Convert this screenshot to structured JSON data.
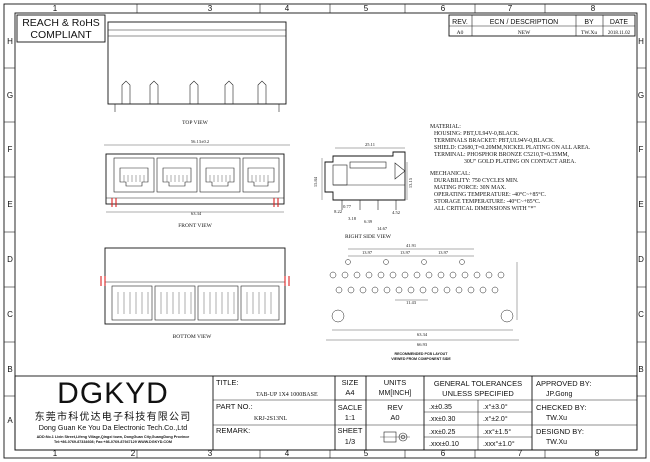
{
  "border": {
    "columns": [
      "1",
      "2",
      "3",
      "4",
      "5",
      "6",
      "7",
      "8"
    ],
    "rows": [
      "H",
      "G",
      "F",
      "E",
      "D",
      "C",
      "B",
      "A"
    ]
  },
  "compliance": {
    "line1": "REACH & RoHS",
    "line2": "COMPLIANT"
  },
  "revision": {
    "headers": [
      "REV.",
      "ECN / DESCRIPTION",
      "BY",
      "DATE"
    ],
    "row": [
      "A0",
      "NEW",
      "TW.Xu",
      "2018.11.02"
    ]
  },
  "views": {
    "top": "TOP VIEW",
    "front": "FRONT VIEW",
    "right_side": "RIGHT SIDE VIEW",
    "bottom": "BOTTOM VIEW",
    "pcb_layout_1": "RECOMMENDED PCB LAYOUT",
    "pcb_layout_2": "VIEWED FROM COMPONENT SIDE"
  },
  "dimensions": {
    "front_top": "56.13±0.2",
    "front_bottom": "63.34",
    "side_width": "25.11",
    "side_h1": "15.84",
    "side_h2": "13.15",
    "side_a": "8.22",
    "side_b": "3.18",
    "side_c": "6.39",
    "side_d": "4.52",
    "side_e": "0.77",
    "side_f": "14.67",
    "pcb_total": "41.91",
    "pcb_pitch1": "13.97",
    "pcb_pitch2": "13.97",
    "pcb_pitch3": "13.97",
    "pcb_mid": "11.43",
    "pcb_w1": "63.34",
    "pcb_w2": "66.93"
  },
  "notes": {
    "material_title": "MATERIAL:",
    "material": [
      "HOUSING: PBT,UL94V-0,BLACK.",
      "TERMINALS BRACKET: PBT,UL94V-0,BLACK.",
      "SHIELD: C2680,T=0.20MM,NICKEL PLATING ON ALL AREA.",
      "TERMINAL: PHOSPHOR BRONZE C5210,T=0.35MM,",
      "30U\" GOLD PLATING ON CONTACT AREA."
    ],
    "mechanical_title": "MECHANICAL:",
    "mechanical": [
      "DURABILITY: 750 CYCLES MIN.",
      "MATING FORCE: 30N MAX.",
      "OPERATING TEMPERATURE: -40°C~+85°C.",
      "STORAGE TEMPERATURE: -40°C~+85°C.",
      "ALL CRITICAL DIMENSIONS WITH \"*\""
    ]
  },
  "title_block": {
    "logo": "DGKYD",
    "company_cn": "东莞市科优达电子科技有限公司",
    "company_en": "Dong Guan Ke You Da Electronic Tech.Co.,Ltd",
    "address": "ADD:No.1 Lixin Street,Lifeng Village,Qingxi town, DongGuan City,GuangDong Province",
    "contact": "Tel:+86-0769-87334608; Fax:+86-0769-87947129   WWW.DGKYD.COM",
    "title_label": "TITLE:",
    "title_value": "TAB-UP 1X4 1000BASE",
    "part_label": "PART NO.:",
    "part_value": "KRJ-2S13NL",
    "remark_label": "REMARK:",
    "size_label": "SIZE",
    "size_value": "A4",
    "units_label": "UNITS",
    "units_value": "MM[INCH]",
    "scale_label": "SACLE",
    "scale_value": "1:1",
    "rev_label": "REV",
    "rev_value": "A0",
    "sheet_label": "SHEET",
    "sheet_value": "1/3",
    "tol_title1": "GENERAL TOLERANCES",
    "tol_title2": "UNLESS SPECIFIED",
    "tol": [
      [
        ".x±0.35",
        ".x°±3.0°"
      ],
      [
        ".xx±0.30",
        ".x°±2.0°"
      ],
      [
        ".xx±0.25",
        ".xx°±1.5°"
      ],
      [
        ".xxx±0.10",
        ".xxx°±1.0°"
      ]
    ],
    "approved_label": "APPROVED BY:",
    "approved_value": "JP.Gong",
    "checked_label": "CHECKED BY:",
    "checked_value": "TW.Xu",
    "designed_label": "DESIGND BY:",
    "designed_value": "TW.Xu"
  }
}
